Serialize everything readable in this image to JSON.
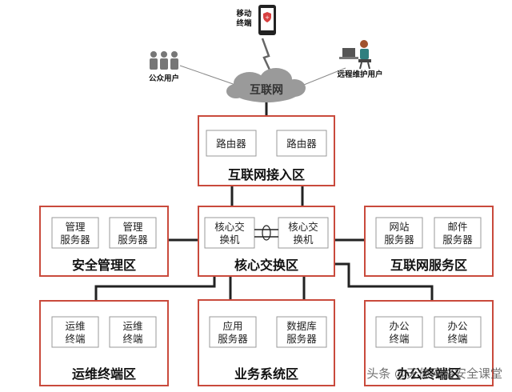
{
  "internet": {
    "label": "互联网"
  },
  "actors": {
    "public_users": "公众用户",
    "mobile_terminal_line1": "移动",
    "mobile_terminal_line2": "终端",
    "remote_users": "远程维护用户"
  },
  "zones": {
    "access": {
      "title": "互联网接入区",
      "devices": [
        [
          "路由器"
        ],
        [
          "路由器"
        ]
      ]
    },
    "core": {
      "title": "核心交换区",
      "devices": [
        [
          "核心交",
          "换机"
        ],
        [
          "核心交",
          "换机"
        ]
      ]
    },
    "security": {
      "title": "安全管理区",
      "devices": [
        [
          "管理",
          "服务器"
        ],
        [
          "管理",
          "服务器"
        ]
      ]
    },
    "service": {
      "title": "互联网服务区",
      "devices": [
        [
          "网站",
          "服务器"
        ],
        [
          "邮件",
          "服务器"
        ]
      ]
    },
    "ops": {
      "title": "运维终端区",
      "devices": [
        [
          "运维",
          "终端"
        ],
        [
          "运维",
          "终端"
        ]
      ]
    },
    "business": {
      "title": "业务系统区",
      "devices": [
        [
          "应用",
          "服务器"
        ],
        [
          "数据库",
          "服务器"
        ]
      ]
    },
    "office": {
      "title": "办公终端区",
      "devices": [
        [
          "办公",
          "终端"
        ],
        [
          "办公",
          "终端"
        ]
      ]
    }
  },
  "watermark": "头条 @天億网络安全课堂",
  "colors": {
    "zone_border": "#c94a3c",
    "device_border": "#999999",
    "link": "#222222"
  }
}
